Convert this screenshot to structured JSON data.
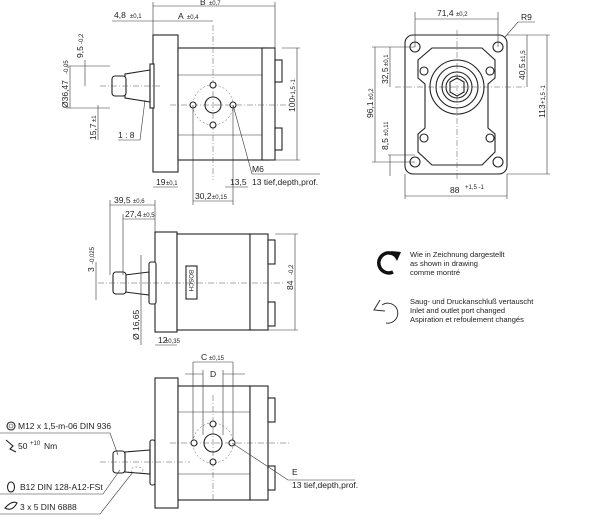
{
  "view_top": {
    "dim_b": "B",
    "dim_b_tol": "±0,7",
    "dim_a": "A",
    "dim_a_tol": "±0,4",
    "dim_48": "4,8",
    "dim_48_tol": "±0,1",
    "dim_95": "9,5",
    "dim_95_tol": "-0,2",
    "dim_dia": "Ø36,47",
    "dim_dia_tol": "-0,05",
    "dim_157": "15,7",
    "dim_157_tol": "±1",
    "taper": "1 : 8",
    "dim_100": "100",
    "dim_100_tol": "+1,5 -1",
    "dim_19": "19",
    "dim_19_tol": "±0,1",
    "dim_302": "30,2",
    "dim_302_tol": "±0,15",
    "dim_135": "13,5",
    "thread": "M6",
    "depth": "13 tief,depth,prof."
  },
  "view_front": {
    "dim_714": "71,4",
    "dim_714_tol": "±0,2",
    "radius": "R9",
    "dim_405": "40,5",
    "dim_405_tol": "±1,5",
    "dim_113": "113",
    "dim_113_tol": "+1,5 -1",
    "dim_961": "96,1",
    "dim_961_tol": "±0,2",
    "dim_325": "32,5",
    "dim_325_tol": "±0,1",
    "dim_85": "8,5",
    "dim_85_tol": "±0,11",
    "dim_88": "88",
    "dim_88_tol": "+1,5 -1"
  },
  "view_side": {
    "dim_395": "39,5",
    "dim_395_tol": "±0,6",
    "dim_274": "27,4",
    "dim_274_tol": "±0,5",
    "dim_3": "3",
    "dim_3_tol": "-0,025",
    "dim_1665": "Ø 16,65",
    "dim_84": "84",
    "dim_84_tol": "-0,2",
    "dim_12": "12",
    "dim_12_tol": "±0,35",
    "brand": "BOSCH"
  },
  "legend": {
    "cw": [
      "Wie in Zeichnung dargestellt",
      "as shown in drawing",
      "comme montré"
    ],
    "ccw": [
      "Saug- und Druckanschluß vertauscht",
      "Inlet and outlet port changed",
      "Aspiration et refoulement changés"
    ]
  },
  "view_bottom": {
    "dim_c": "C",
    "dim_c_tol": "±0,15",
    "dim_d": "D",
    "nut": "M12 x 1,5-m-06 DIN 936",
    "torque": "50",
    "torque_tol": "+10",
    "torque_unit": "Nm",
    "washer": "B12 DIN 128-A12-FSt",
    "key": "3 x 5  DIN 6888",
    "port": "E",
    "depth": "13 tief,depth,prof."
  }
}
